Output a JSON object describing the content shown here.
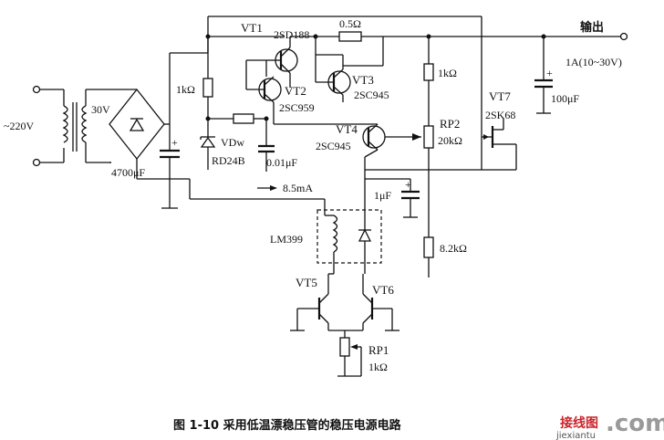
{
  "labels": {
    "ac_in": "~220V",
    "transformer_sec": "30V",
    "c_filter": "4700μF",
    "r_1k_left": "1kΩ",
    "vdw": "VDw",
    "rd24b": "RD24B",
    "vt1": "VT1",
    "vt1_type": "2SD188",
    "vt2": "VT2",
    "vt2_type": "2SC959",
    "c_001": "0.01μF",
    "r_shunt": "0.5Ω",
    "vt3": "VT3",
    "vt3_type": "2SC945",
    "vt4": "VT4",
    "vt4_type": "2SC945",
    "r_1k_right": "1kΩ",
    "rp2": "RP2",
    "rp2_val": "20kΩ",
    "vt7": "VT7",
    "vt7_type": "2SK68",
    "output": "输出",
    "output_spec": "1A(10~30V)",
    "c_out": "100μF",
    "current": "8.5mA",
    "c_1u": "1μF",
    "r_82k": "8.2kΩ",
    "ic": "LM399",
    "vt5": "VT5",
    "vt6": "VT6",
    "rp1": "RP1",
    "rp1_val": "1kΩ"
  },
  "caption": "图 1-10   采用低温漂稳压管的稳压电源电路",
  "watermark": {
    "cn": "接线图",
    "dot": ".com",
    "url": "jiexiantu"
  }
}
